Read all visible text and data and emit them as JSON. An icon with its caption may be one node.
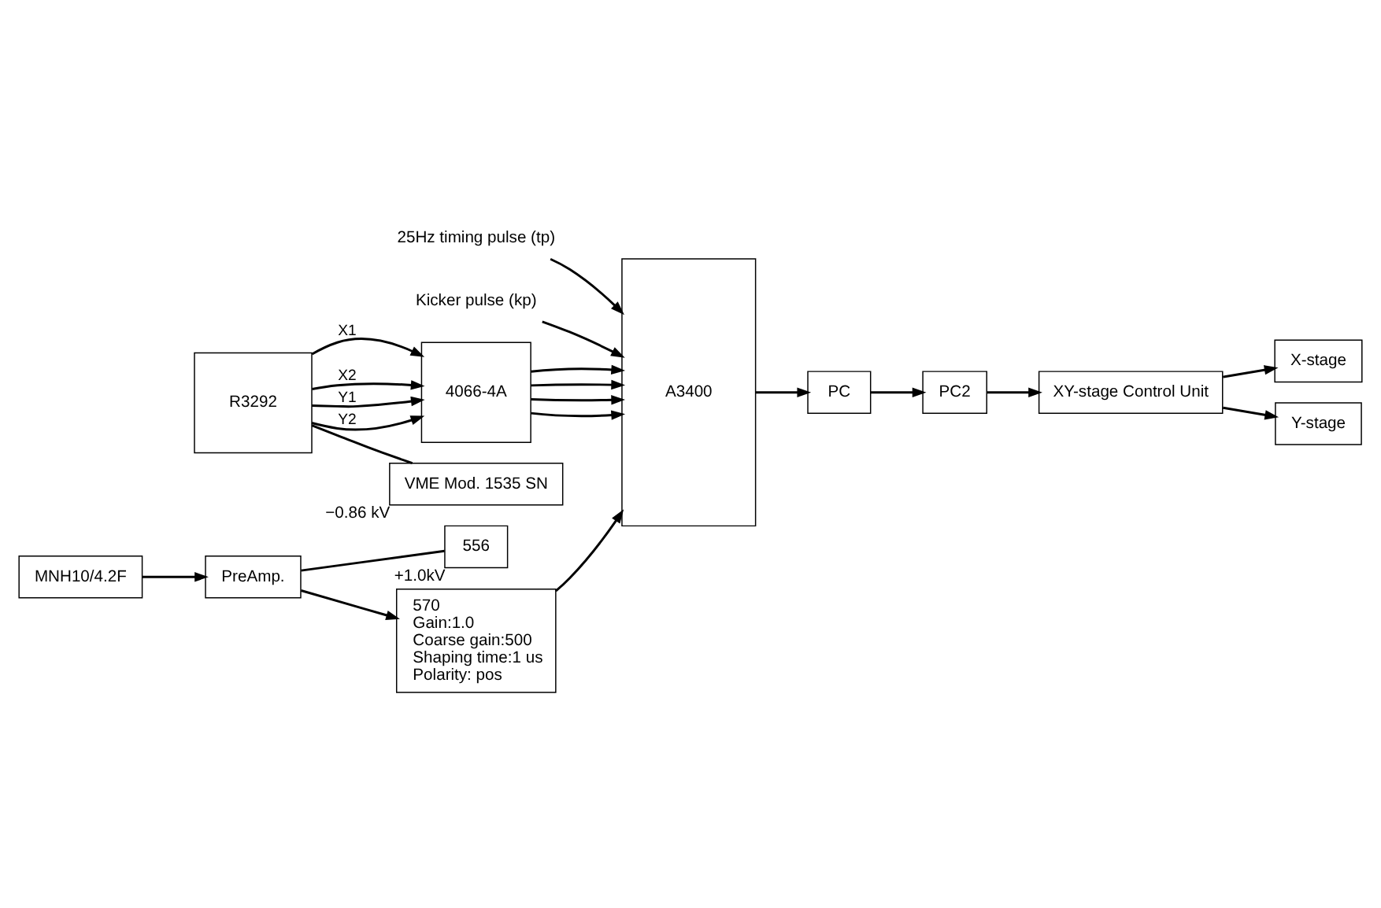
{
  "diagram": {
    "nodes": [
      {
        "text": [
          "X-stage"
        ]
      },
      {
        "text": [
          "Y-stage"
        ]
      },
      {
        "text": [
          "XY-stage Control Unit"
        ]
      },
      {
        "text": [
          "PC2"
        ]
      },
      {
        "text": [
          "PC"
        ]
      },
      {
        "text": [
          "25Hz timing pulse (tp)"
        ]
      },
      {
        "text": [
          "Kicker pulse (kp)"
        ]
      },
      {
        "text": [
          "R3292"
        ]
      },
      {
        "text": [
          "4066-4A"
        ]
      },
      {
        "text": [
          "A3400"
        ]
      },
      {
        "text": [
          "VME Mod. 1535 SN"
        ],
        "beside": [
          "−0.86 kV"
        ]
      },
      {
        "text": [
          "556"
        ],
        "beside": [
          "+1.0kV"
        ]
      },
      {
        "text": [
          "570",
          "Gain:1.0",
          "Coarse gain:500",
          "Shaping time:1 us",
          "Polarity: pos"
        ]
      },
      {
        "text": [
          "MNH10/4.2F"
        ]
      },
      {
        "text": [
          "PreAmp."
        ]
      }
    ],
    "edges": [
      {
        "from": 2,
        "to": 0,
        "arrow": "to"
      },
      {
        "from": 2,
        "to": 1,
        "arrow": "to"
      },
      {
        "from": 3,
        "to": 2,
        "arrow": "to"
      },
      {
        "from": 4,
        "to": 3,
        "arrow": "to"
      },
      {
        "from": 9,
        "to": 4,
        "arrow": "to"
      },
      {
        "from": 5,
        "to": 9,
        "arrow": "to"
      },
      {
        "from": 6,
        "to": 9,
        "arrow": "to"
      },
      {
        "from": 7,
        "to": 8,
        "arrow": "to",
        "label": "X1"
      },
      {
        "from": 7,
        "to": 8,
        "arrow": "to",
        "label": "X2"
      },
      {
        "from": 7,
        "to": 8,
        "arrow": "to",
        "label": "Y1"
      },
      {
        "from": 7,
        "to": 8,
        "arrow": "to",
        "label": "Y2"
      },
      {
        "from": 8,
        "to": 9,
        "arrow": "to"
      },
      {
        "from": 8,
        "to": 9,
        "arrow": "to"
      },
      {
        "from": 8,
        "to": 9,
        "arrow": "to"
      },
      {
        "from": 8,
        "to": 9,
        "arrow": "to"
      },
      {
        "from": 7,
        "to": 10,
        "arrow": "none"
      },
      {
        "from": 14,
        "to": 11,
        "arrow": "none"
      },
      {
        "from": 12,
        "to": 9,
        "arrow": "to"
      },
      {
        "from": 13,
        "to": 14,
        "arrow": "to"
      },
      {
        "from": 14,
        "to": 12,
        "arrow": "to"
      }
    ]
  }
}
